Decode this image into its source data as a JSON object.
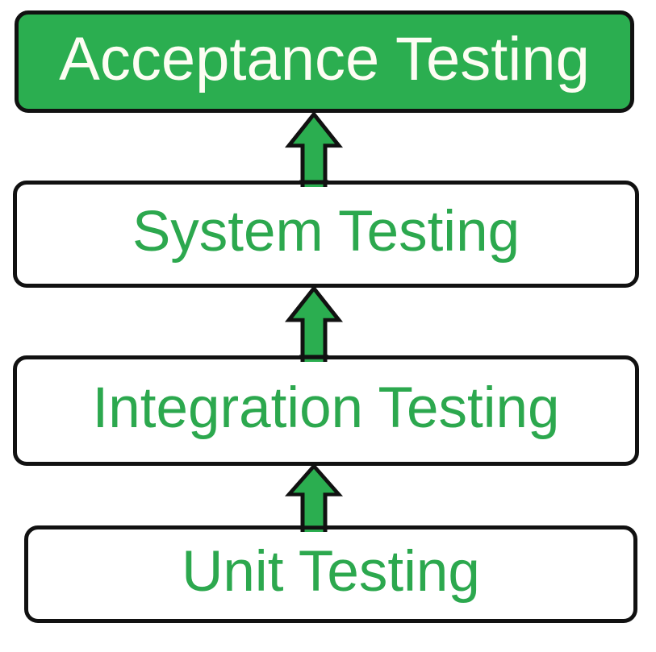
{
  "diagram": {
    "boxes": [
      {
        "id": "acceptance",
        "label": "Acceptance Testing",
        "variant": "filled-green"
      },
      {
        "id": "system",
        "label": "System Testing",
        "variant": "outline"
      },
      {
        "id": "integration",
        "label": "Integration Testing",
        "variant": "outline"
      },
      {
        "id": "unit",
        "label": "Unit Testing",
        "variant": "outline"
      }
    ],
    "arrows": [
      {
        "name": "up-arrow",
        "direction": "up",
        "from": "System Testing",
        "to": "Acceptance Testing"
      },
      {
        "name": "up-arrow",
        "direction": "up",
        "from": "Integration Testing",
        "to": "System Testing"
      },
      {
        "name": "up-arrow",
        "direction": "up",
        "from": "Unit Testing",
        "to": "Integration Testing"
      }
    ],
    "flow_order_bottom_to_top": [
      "Unit Testing",
      "Integration Testing",
      "System Testing",
      "Acceptance Testing"
    ]
  },
  "colors": {
    "green": "#2bae50",
    "text_green": "#2ca84e",
    "outline": "#111111",
    "filled_text": "#fdfdf3",
    "background": "#ffffff"
  }
}
